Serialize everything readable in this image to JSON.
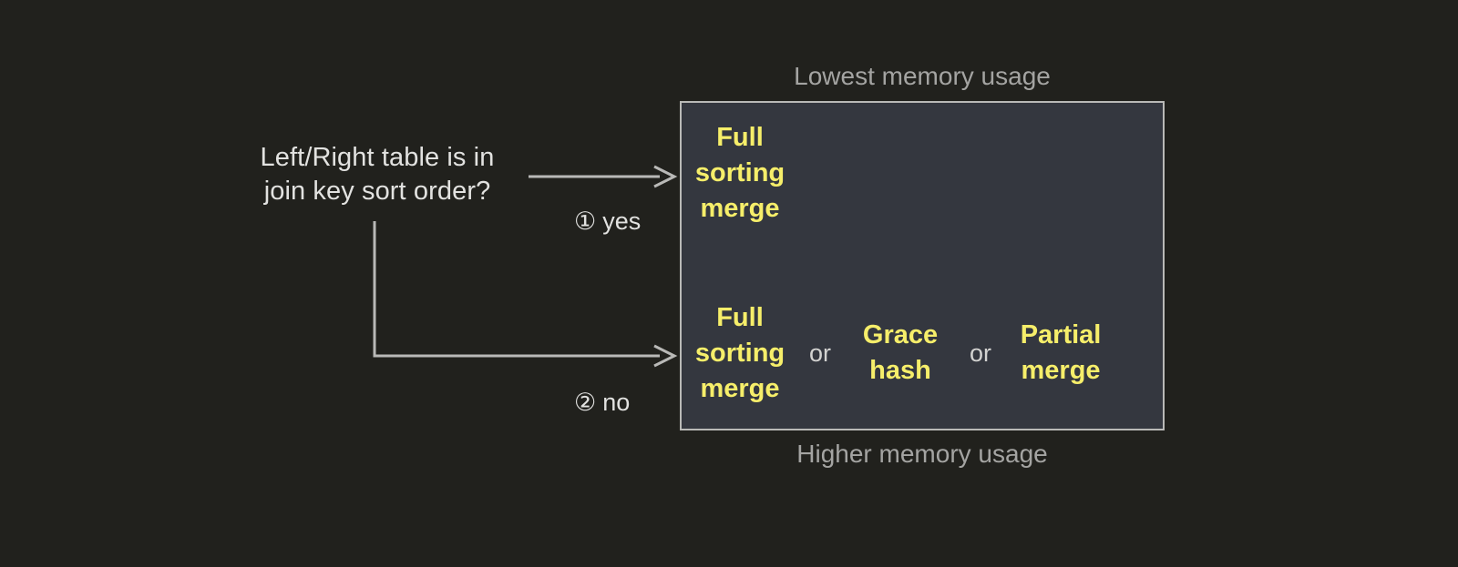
{
  "diagram": {
    "question": "Left/Right table is in\njoin key sort order?",
    "branches": [
      {
        "marker": "①",
        "label": "yes"
      },
      {
        "marker": "②",
        "label": "no"
      }
    ],
    "captions": {
      "top": "Lowest memory usage",
      "bottom": "Higher memory usage"
    },
    "outcomes": {
      "sorted": {
        "options": [
          {
            "text": "Full\nsorting\nmerge"
          }
        ]
      },
      "unsorted": {
        "conjunction": "or",
        "options": [
          {
            "text": "Full\nsorting\nmerge"
          },
          {
            "text": "Grace\nhash"
          },
          {
            "text": "Partial\nmerge"
          }
        ]
      }
    },
    "colors": {
      "background": "#21211d",
      "box_fill": "#34373f",
      "box_border": "#b9b9b7",
      "option_text": "#f6ee6a",
      "caption_text": "#a4a4a2",
      "body_text": "#e2e2e0",
      "connector": "#b9b9b7"
    }
  }
}
